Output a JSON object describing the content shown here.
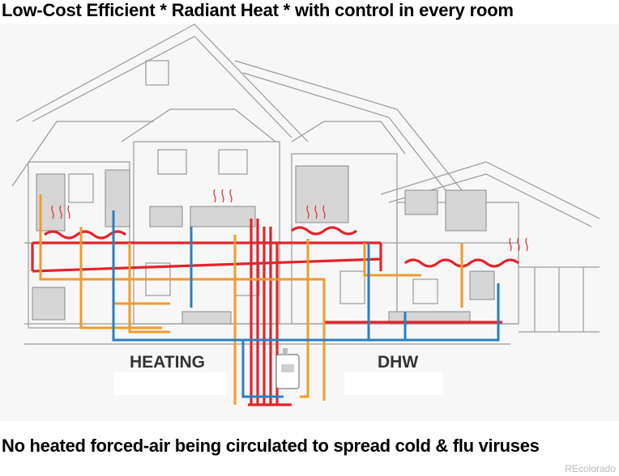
{
  "captions": {
    "top": "Low-Cost Efficient * Radiant Heat * with control in every room",
    "bottom": "No heated forced-air being circulated to spread cold & flu viruses"
  },
  "labels": {
    "heating": "HEATING",
    "dhw": "DHW"
  },
  "watermark": "REcolorado",
  "colors": {
    "hot": "#e2242b",
    "warm": "#f39a2b",
    "cold": "#2b7fc1",
    "outline": "#9a9a9a"
  }
}
